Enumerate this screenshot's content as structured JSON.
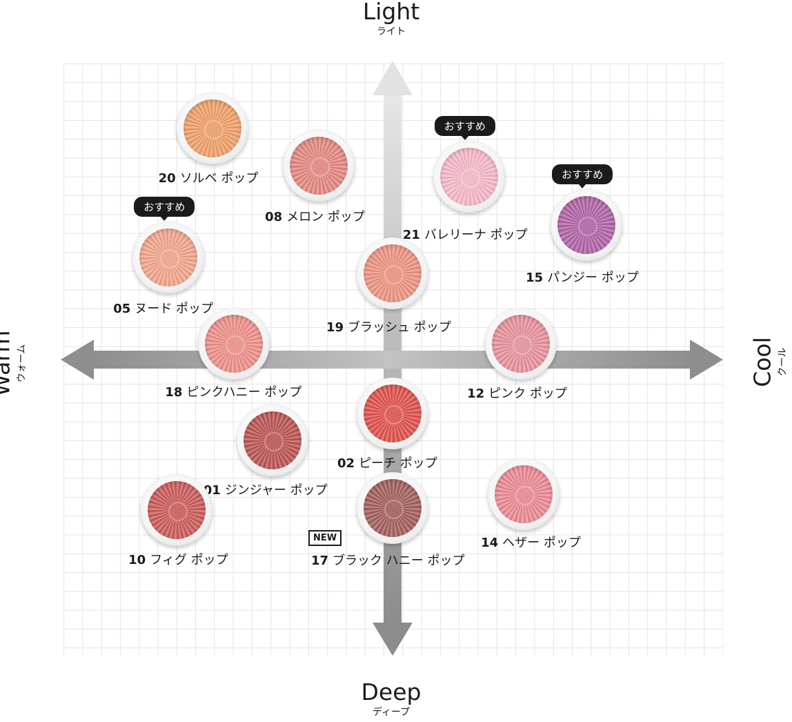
{
  "chart_data": {
    "type": "scatter",
    "title": "",
    "axes": {
      "x": {
        "min_label": "Warm",
        "min_label_ja": "ウォーム",
        "max_label": "Cool",
        "max_label_ja": "クール",
        "range": [
          -1,
          1
        ]
      },
      "y": {
        "min_label": "Deep",
        "min_label_ja": "ディープ",
        "max_label": "Light",
        "max_label_ja": "ライト",
        "range": [
          -1,
          1
        ]
      }
    },
    "grid": true,
    "points": [
      {
        "id": "20",
        "name": "ソルベ ポップ",
        "x": -0.66,
        "y": 0.86,
        "color": "#f0a06a",
        "recommended": false,
        "new": false
      },
      {
        "id": "08",
        "name": "メロン ポップ",
        "x": -0.27,
        "y": 0.72,
        "color": "#e48882",
        "recommended": false,
        "new": false
      },
      {
        "id": "21",
        "name": "バレリーナ ポップ",
        "x": 0.28,
        "y": 0.68,
        "color": "#f6b8c8",
        "recommended": true,
        "new": false
      },
      {
        "id": "15",
        "name": "パンジー ポップ",
        "x": 0.71,
        "y": 0.5,
        "color": "#b264a8",
        "recommended": true,
        "new": false
      },
      {
        "id": "05",
        "name": "ヌード ポップ",
        "x": -0.82,
        "y": 0.38,
        "color": "#f2a58c",
        "recommended": true,
        "new": false
      },
      {
        "id": "19",
        "name": "ブラッシュ ポップ",
        "x": 0.0,
        "y": 0.32,
        "color": "#ee9482",
        "recommended": false,
        "new": false
      },
      {
        "id": "18",
        "name": "ピンクハニー ポップ",
        "x": -0.58,
        "y": 0.06,
        "color": "#ef8f89",
        "recommended": false,
        "new": false
      },
      {
        "id": "12",
        "name": "ピンク ポップ",
        "x": 0.47,
        "y": 0.06,
        "color": "#e8929c",
        "recommended": false,
        "new": false
      },
      {
        "id": "02",
        "name": "ピーチ ポップ",
        "x": 0.0,
        "y": -0.2,
        "color": "#e0524c",
        "recommended": false,
        "new": false
      },
      {
        "id": "01",
        "name": "ジンジャー ポップ",
        "x": -0.44,
        "y": -0.3,
        "color": "#bc5654",
        "recommended": false,
        "new": false
      },
      {
        "id": "10",
        "name": "フィグ ポップ",
        "x": -0.79,
        "y": -0.56,
        "color": "#cc5c5a",
        "recommended": false,
        "new": false
      },
      {
        "id": "17",
        "name": "ブラック ハニー ポップ",
        "x": 0.0,
        "y": -0.55,
        "color": "#a4605c",
        "recommended": false,
        "new": true
      },
      {
        "id": "14",
        "name": "ヘザー ポップ",
        "x": 0.48,
        "y": -0.5,
        "color": "#ec8a94",
        "recommended": false,
        "new": false
      }
    ]
  },
  "badges": {
    "recommended": "おすすめ",
    "new": "NEW"
  }
}
